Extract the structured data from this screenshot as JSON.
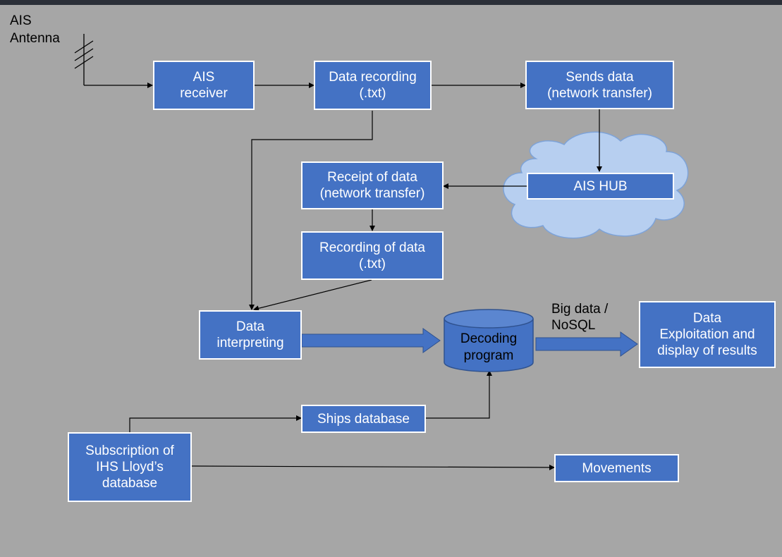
{
  "colors": {
    "background": "#a6a6a6",
    "box_fill": "#4472c4",
    "box_border": "#ffffff",
    "cloud_fill": "#b7cff0",
    "line": "#000000"
  },
  "antenna": {
    "line1": "AIS",
    "line2": "Antenna"
  },
  "nodes": {
    "ais_receiver": {
      "line1": "AIS",
      "line2": "receiver"
    },
    "data_recording": {
      "line1": "Data recording",
      "line2": "(.txt)"
    },
    "sends_data": {
      "line1": "Sends data",
      "line2": "(network transfer)"
    },
    "ais_hub": {
      "line1": "AIS HUB"
    },
    "receipt_of_data": {
      "line1": "Receipt of data",
      "line2": "(network transfer)"
    },
    "recording_of_data": {
      "line1": "Recording of data",
      "line2": "(.txt)"
    },
    "data_interpreting": {
      "line1": "Data",
      "line2": "interpreting"
    },
    "decoding_program": {
      "line1": "Decoding",
      "line2": "program"
    },
    "data_exploitation": {
      "line1": "Data",
      "line2": "Exploitation and",
      "line3": "display of results"
    },
    "ships_database": {
      "line1": "Ships database"
    },
    "subscription": {
      "line1": "Subscription of",
      "line2": "IHS Lloyd’s",
      "line3": "database"
    },
    "movements": {
      "line1": "Movements"
    }
  },
  "edge_labels": {
    "big_data_line1": "Big data /",
    "big_data_line2": "NoSQL"
  },
  "icons": {
    "antenna": "antenna-icon",
    "cloud": "cloud-icon",
    "database": "database-cylinder-icon"
  }
}
